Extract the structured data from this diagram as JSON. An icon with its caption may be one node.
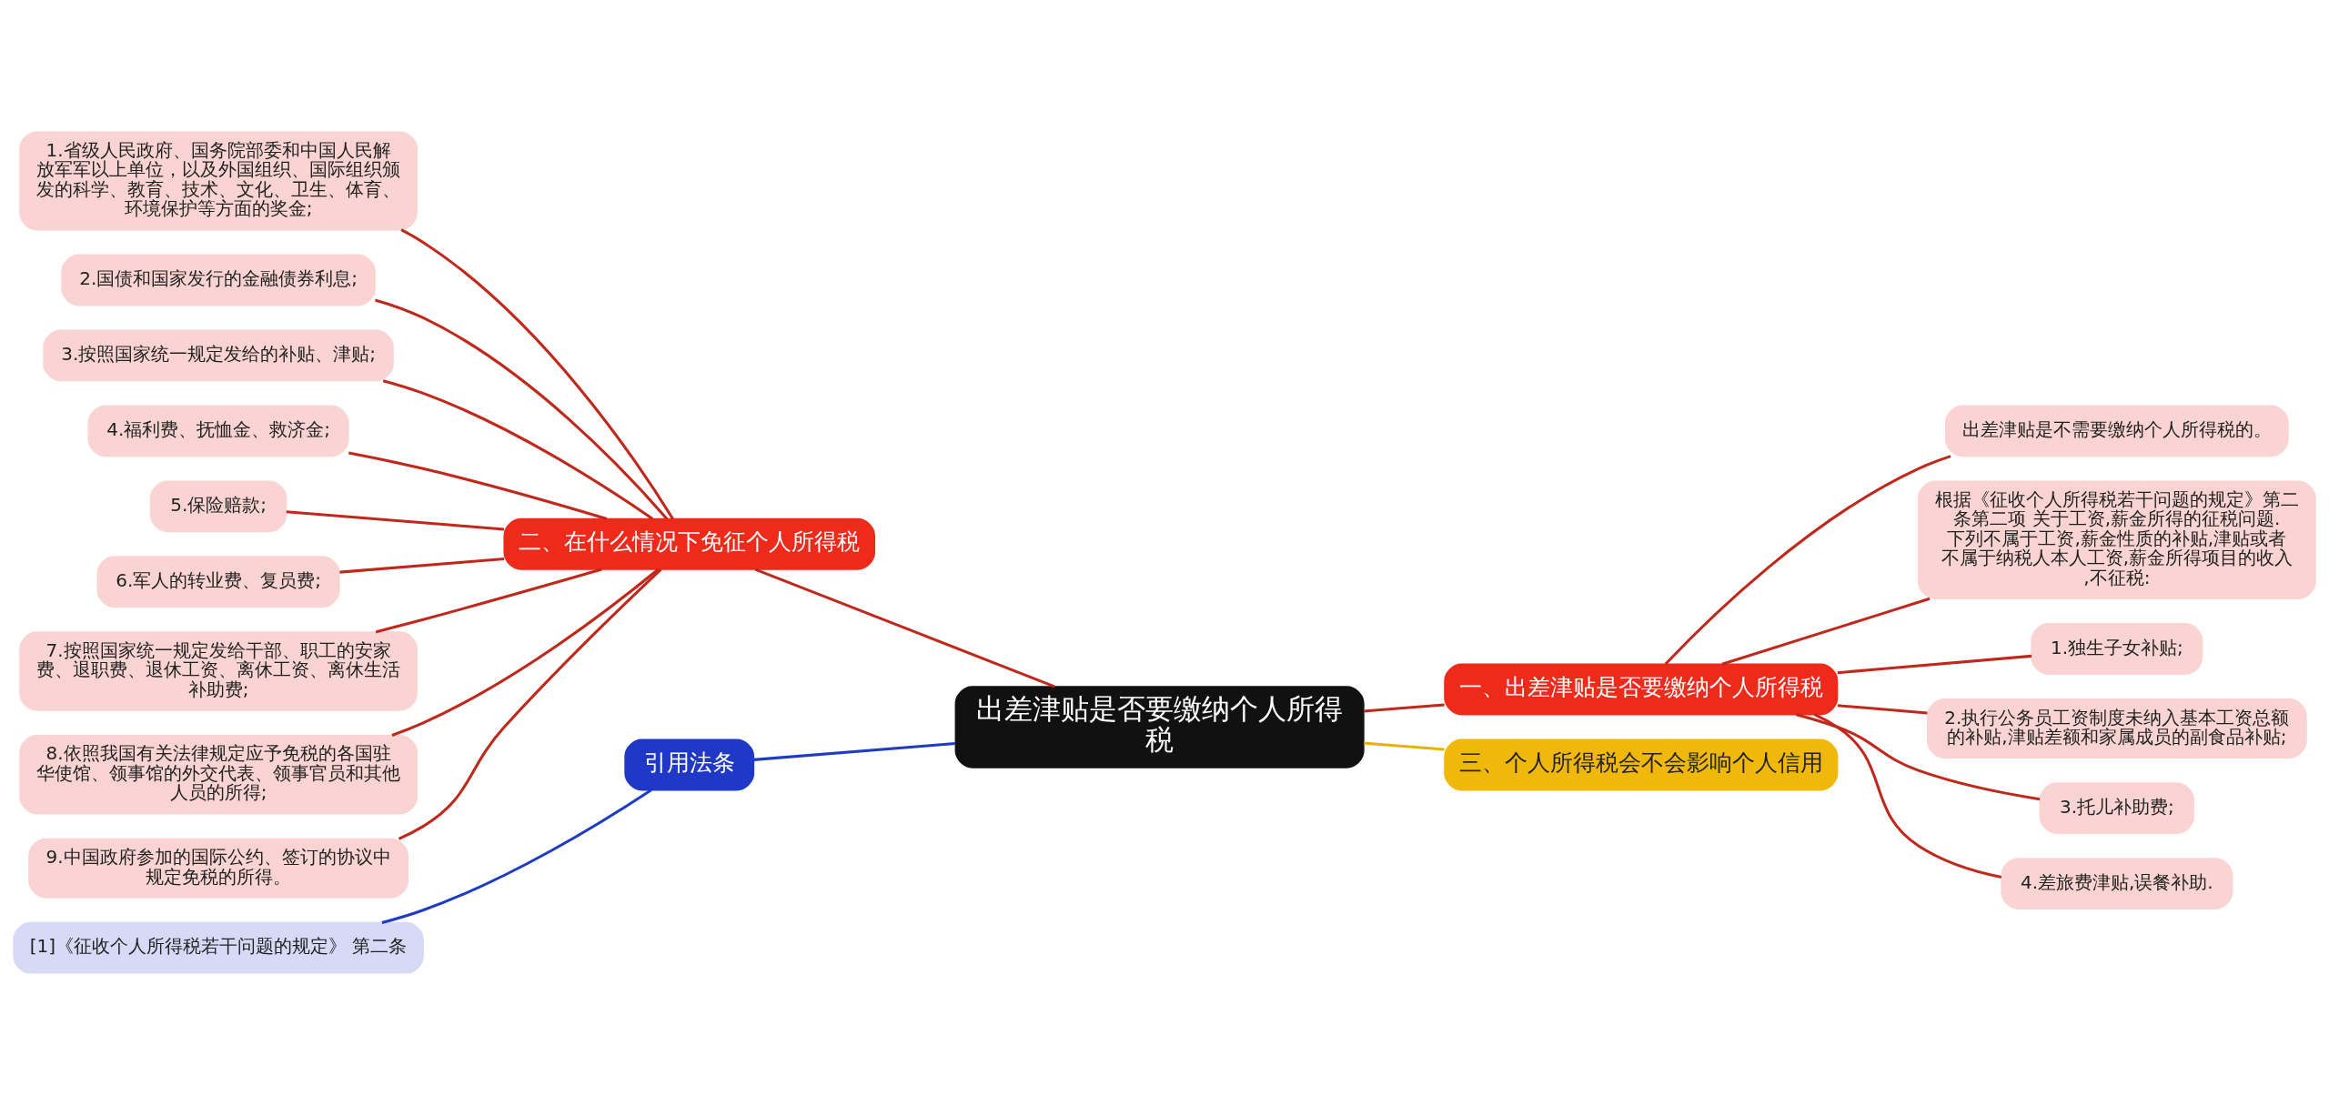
{
  "diagram": {
    "nodes": [
      {
        "text": [
          "出差津贴是否要缴纳个人所得税"
        ]
      },
      {
        "text": [
          "一、出差津贴是否要缴纳个人所得税"
        ]
      },
      {
        "text": [
          "出差津贴是不需要缴纳个人所得税的。"
        ]
      },
      {
        "text": [
          "根据《征收个人所得税若干问题的规定》第二条第二项 关于工资,薪金所得的征税问题.下列不属于工资,薪金性质的补贴,津贴或者不属于纳税人本人工资,薪金所得项目的收入,不征税:"
        ]
      },
      {
        "text": [
          "1.独生子女补贴;"
        ]
      },
      {
        "text": [
          "2.执行公务员工资制度未纳入基本工资总额的补贴,津贴差额和家属成员的副食品补贴;"
        ]
      },
      {
        "text": [
          "3.托儿补助费;"
        ]
      },
      {
        "text": [
          "4.差旅费津贴,误餐补助."
        ]
      },
      {
        "text": [
          "二、在什么情况下免征个人所得税"
        ]
      },
      {
        "text": [
          "1.省级人民政府、国务院部委和中国人民解放军军以上单位，以及外国组织、国际组织颁发的科学、教育、技术、文化、卫生、体育、环境保护等方面的奖金;"
        ]
      },
      {
        "text": [
          "2.国债和国家发行的金融债券利息;"
        ]
      },
      {
        "text": [
          "3.按照国家统一规定发给的补贴、津贴;"
        ]
      },
      {
        "text": [
          "4.福利费、抚恤金、救济金;"
        ]
      },
      {
        "text": [
          "5.保险赔款;"
        ]
      },
      {
        "text": [
          "6.军人的转业费、复员费;"
        ]
      },
      {
        "text": [
          "7.按照国家统一规定发给干部、职工的安家费、退职费、退休工资、离休工资、离休生活补助费;"
        ]
      },
      {
        "text": [
          "8.依照我国有关法律规定应予免税的各国驻华使馆、领事馆的外交代表、领事官员和其他人员的所得;"
        ]
      },
      {
        "text": [
          "9.中国政府参加的国际公约、签订的协议中规定免税的所得。"
        ]
      },
      {
        "text": [
          "三、个人所得税会不会影响个人信用"
        ]
      },
      {
        "text": [
          "引用法条"
        ]
      },
      {
        "text": [
          "[1]《征收个人所得税若干问题的规定》 第二条"
        ]
      }
    ],
    "edges": [
      {
        "from": 0,
        "to": 1,
        "arrow": "none"
      },
      {
        "from": 1,
        "to": 2,
        "arrow": "none"
      },
      {
        "from": 1,
        "to": 3,
        "arrow": "none"
      },
      {
        "from": 1,
        "to": 4,
        "arrow": "none"
      },
      {
        "from": 1,
        "to": 5,
        "arrow": "none"
      },
      {
        "from": 1,
        "to": 6,
        "arrow": "none"
      },
      {
        "from": 1,
        "to": 7,
        "arrow": "none"
      },
      {
        "from": 8,
        "to": 0,
        "arrow": "none"
      },
      {
        "from": 9,
        "to": 8,
        "arrow": "none"
      },
      {
        "from": 10,
        "to": 8,
        "arrow": "none"
      },
      {
        "from": 11,
        "to": 8,
        "arrow": "none"
      },
      {
        "from": 12,
        "to": 8,
        "arrow": "none"
      },
      {
        "from": 13,
        "to": 8,
        "arrow": "none"
      },
      {
        "from": 14,
        "to": 8,
        "arrow": "none"
      },
      {
        "from": 15,
        "to": 8,
        "arrow": "none"
      },
      {
        "from": 16,
        "to": 8,
        "arrow": "none"
      },
      {
        "from": 17,
        "to": 8,
        "arrow": "none"
      },
      {
        "from": 0,
        "to": 18,
        "arrow": "none",
        "color": "#e8b20c"
      },
      {
        "from": 19,
        "to": 0,
        "arrow": "none",
        "color": "#1f3bc4"
      },
      {
        "from": 20,
        "to": 19,
        "arrow": "none",
        "color": "#1f3bc4"
      }
    ]
  }
}
